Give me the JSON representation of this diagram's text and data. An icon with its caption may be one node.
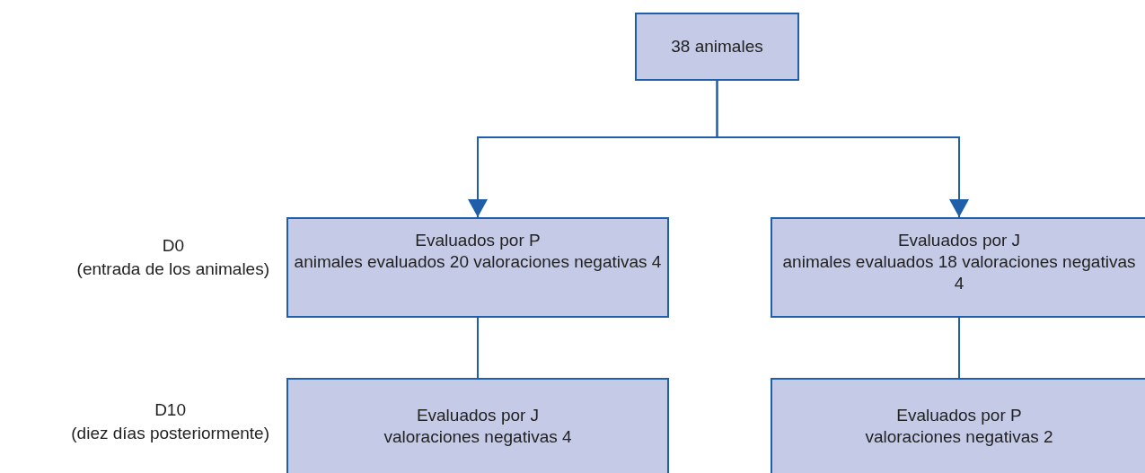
{
  "diagram": {
    "nodes": [
      {
        "text": [
          "38 animales"
        ]
      },
      {
        "text": [
          "Evaluados por P",
          "animales evaluados 20 valoraciones negativas 4"
        ]
      },
      {
        "text": [
          "Evaluados por J",
          "animales evaluados 18 valoraciones negativas 4"
        ]
      },
      {
        "text": [
          "Evaluados por J",
          "valoraciones negativas 4"
        ]
      },
      {
        "text": [
          "Evaluados por P",
          "valoraciones negativas 2"
        ]
      }
    ],
    "edges": [
      {
        "from": 0,
        "to": 1,
        "arrow": "to"
      },
      {
        "from": 0,
        "to": 2,
        "arrow": "to"
      },
      {
        "from": 1,
        "to": 3,
        "arrow": "none"
      },
      {
        "from": 2,
        "to": 4,
        "arrow": "none"
      }
    ],
    "labels": [
      "D0",
      "(entrada de los animales)",
      "D10",
      "(diez días posteriormente)"
    ]
  }
}
